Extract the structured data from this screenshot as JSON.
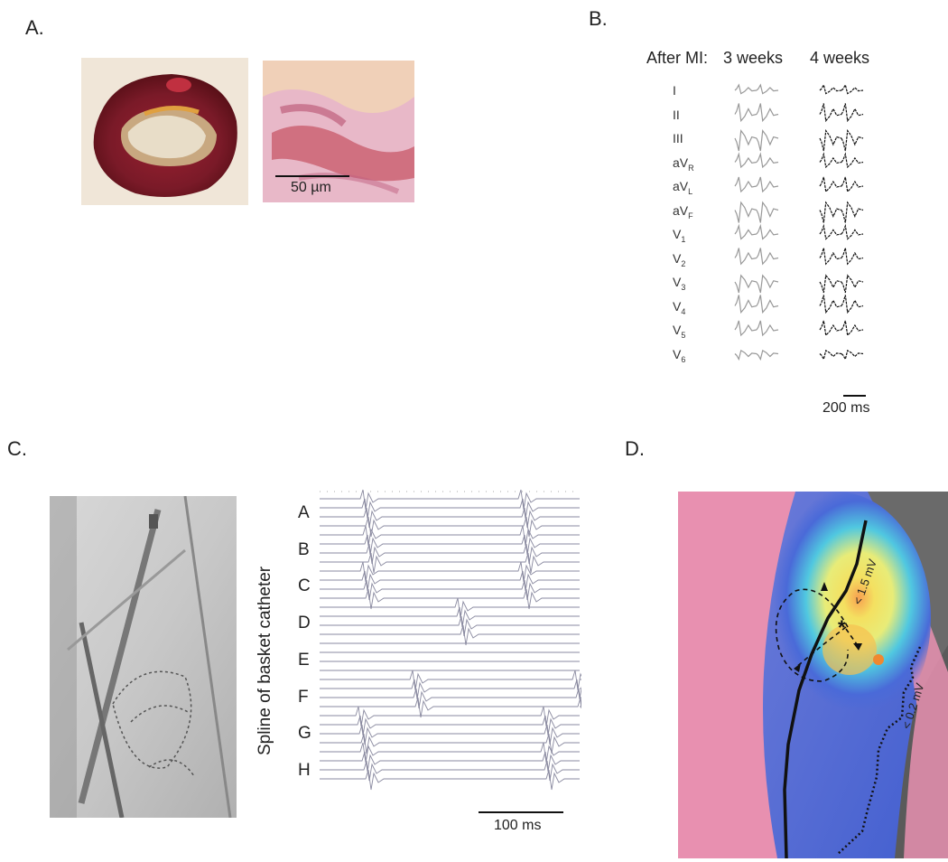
{
  "panels": {
    "A": {
      "label": "A.",
      "scale_bar": "50 µm"
    },
    "B": {
      "label": "B.",
      "header_prefix": "After MI:",
      "col1": "3 weeks",
      "col2": "4 weeks",
      "leads": [
        {
          "main": "I",
          "sub": ""
        },
        {
          "main": "II",
          "sub": ""
        },
        {
          "main": "III",
          "sub": ""
        },
        {
          "main": "aV",
          "sub": "R"
        },
        {
          "main": "aV",
          "sub": "L"
        },
        {
          "main": "aV",
          "sub": "F"
        },
        {
          "main": "V",
          "sub": "1"
        },
        {
          "main": "V",
          "sub": "2"
        },
        {
          "main": "V",
          "sub": "3"
        },
        {
          "main": "V",
          "sub": "4"
        },
        {
          "main": "V",
          "sub": "5"
        },
        {
          "main": "V",
          "sub": "6"
        }
      ],
      "scale_bar": "200 ms"
    },
    "C": {
      "label": "C.",
      "ylabel": "Spline of basket catheter",
      "splines": [
        "A",
        "B",
        "C",
        "D",
        "E",
        "F",
        "G",
        "H"
      ],
      "scale_bar": "100 ms"
    },
    "D": {
      "label": "D.",
      "iso1": "< 1.5 mV",
      "iso2": "< 0.2 mV",
      "marker": "*"
    }
  },
  "colors": {
    "ecg_grey": "#999999",
    "ecg_black": "#111111",
    "map_pink": "#e890b0",
    "map_blue": "#5a78d8",
    "map_yellow": "#f2ee70"
  }
}
